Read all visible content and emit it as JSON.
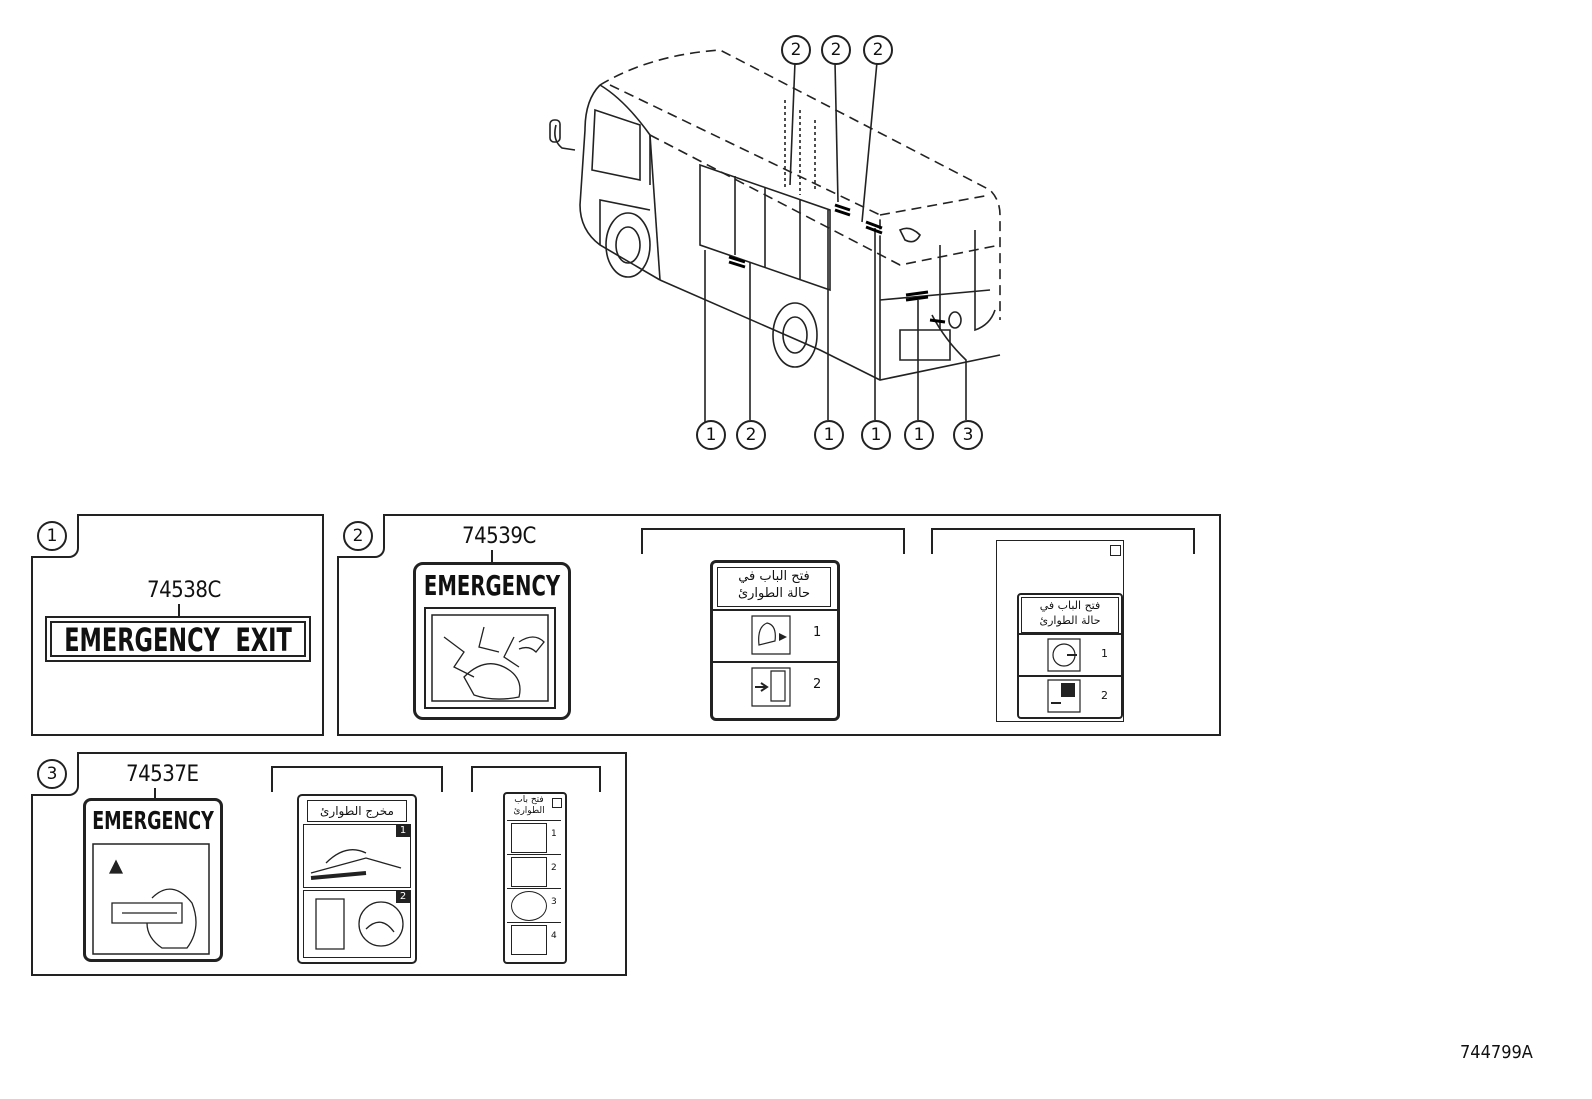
{
  "figure_number": "744799A",
  "vehicle_callouts": {
    "top": [
      "2",
      "2",
      "2"
    ],
    "bottom": [
      "1",
      "2",
      "1",
      "1",
      "1",
      "3"
    ]
  },
  "panel1": {
    "callout": "1",
    "part_number": "74538C",
    "label_text": "EMERGENCY  EXIT"
  },
  "panel2": {
    "callout": "2",
    "part_number": "74539C",
    "label_text": "EMERGENCY",
    "arabic_a_line1": "فتح الباب في",
    "arabic_a_line2": "حالة الطوارئ",
    "arabic_a_step1": "1",
    "arabic_a_step2": "2",
    "arabic_b_line1": "فتح الباب في",
    "arabic_b_line2": "حالة الطوارئ",
    "arabic_b_step1": "1",
    "arabic_b_step2": "2"
  },
  "panel3": {
    "callout": "3",
    "part_number": "74537E",
    "label_text": "EMERGENCY",
    "arabic_a_header": "مخرج الطوارئ",
    "arabic_a_step1": "1",
    "arabic_a_step2": "2",
    "arabic_b_header": "فتح باب الطوارئ",
    "arabic_b_steps": [
      "1",
      "2",
      "3",
      "4"
    ]
  }
}
